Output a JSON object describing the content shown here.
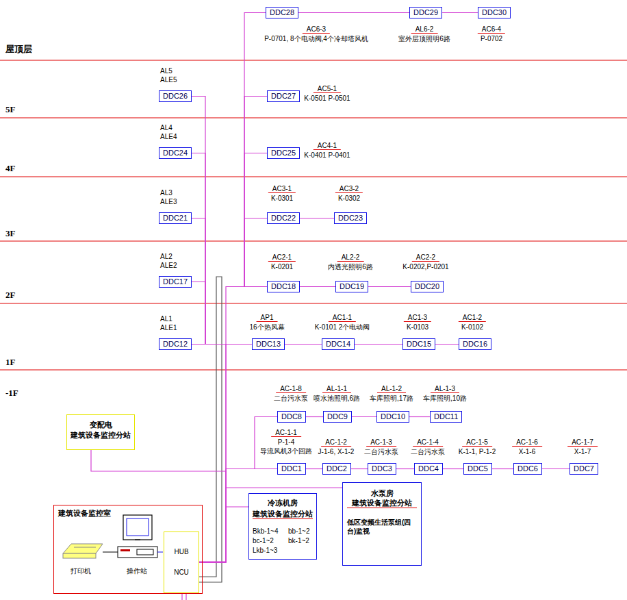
{
  "diagram": {
    "nodes": [
      {
        "text": [
          "DDC28"
        ]
      },
      {
        "text": [
          "DDC29"
        ]
      },
      {
        "text": [
          "DDC30"
        ]
      },
      {
        "text": [
          "DDC26"
        ]
      },
      {
        "text": [
          "DDC27"
        ]
      },
      {
        "text": [
          "DDC24"
        ]
      },
      {
        "text": [
          "DDC25"
        ]
      },
      {
        "text": [
          "DDC21"
        ]
      },
      {
        "text": [
          "DDC22"
        ]
      },
      {
        "text": [
          "DDC23"
        ]
      },
      {
        "text": [
          "DDC17"
        ]
      },
      {
        "text": [
          "DDC18"
        ]
      },
      {
        "text": [
          "DDC19"
        ]
      },
      {
        "text": [
          "DDC20"
        ]
      },
      {
        "text": [
          "DDC12"
        ]
      },
      {
        "text": [
          "DDC13"
        ]
      },
      {
        "text": [
          "DDC14"
        ]
      },
      {
        "text": [
          "DDC15"
        ]
      },
      {
        "text": [
          "DDC16"
        ]
      },
      {
        "text": [
          "DDC8"
        ]
      },
      {
        "text": [
          "DDC9"
        ]
      },
      {
        "text": [
          "DDC10"
        ]
      },
      {
        "text": [
          "DDC11"
        ]
      },
      {
        "text": [
          "水泵房",
          "建筑设备监控分站",
          "低区变频生活泵组(四台)监视"
        ]
      },
      {
        "text": [
          "变配电",
          "建筑设备监控分站"
        ]
      },
      {
        "text": [
          "DDC1"
        ]
      },
      {
        "text": [
          "DDC2"
        ]
      },
      {
        "text": [
          "DDC3"
        ]
      },
      {
        "text": [
          "DDC4"
        ]
      },
      {
        "text": [
          "DDC5"
        ]
      },
      {
        "text": [
          "DDC6"
        ]
      },
      {
        "text": [
          "DDC7"
        ]
      },
      {
        "text": [
          "冷冻机房",
          "建筑设备监控分站",
          "Bkb-1~4",
          "bb-1~2",
          "bc-1~2",
          "bk-1~2",
          "Lkb-1~3"
        ]
      },
      {
        "text": [
          "建筑设备监控室"
        ]
      },
      {
        "text": [
          "HUB",
          "NCU"
        ],
        "in": 33
      }
    ],
    "edges": [
      {
        "from": 0,
        "to": 1,
        "arrow": "none"
      },
      {
        "from": 1,
        "to": 2,
        "arrow": "none"
      },
      {
        "from": 8,
        "to": 9,
        "arrow": "none"
      },
      {
        "from": 11,
        "to": 12,
        "arrow": "none"
      },
      {
        "from": 12,
        "to": 13,
        "arrow": "none"
      },
      {
        "from": 14,
        "to": 15,
        "arrow": "none"
      },
      {
        "from": 15,
        "to": 16,
        "arrow": "none"
      },
      {
        "from": 16,
        "to": 17,
        "arrow": "none"
      },
      {
        "from": 17,
        "to": 18,
        "arrow": "none"
      },
      {
        "from": 19,
        "to": 20,
        "arrow": "none"
      },
      {
        "from": 20,
        "to": 21,
        "arrow": "none"
      },
      {
        "from": 21,
        "to": 22,
        "arrow": "none"
      },
      {
        "from": 25,
        "to": 26,
        "arrow": "none"
      },
      {
        "from": 26,
        "to": 27,
        "arrow": "none"
      },
      {
        "from": 27,
        "to": 28,
        "arrow": "none"
      },
      {
        "from": 28,
        "to": 29,
        "arrow": "none"
      },
      {
        "from": 29,
        "to": 30,
        "arrow": "none"
      },
      {
        "from": 30,
        "to": 31,
        "arrow": "none"
      },
      {
        "from": 11,
        "to": 8,
        "arrow": "none"
      },
      {
        "from": 11,
        "to": 6,
        "arrow": "none"
      },
      {
        "from": 11,
        "to": 4,
        "arrow": "none"
      },
      {
        "from": 11,
        "to": 0,
        "arrow": "none"
      },
      {
        "from": 14,
        "to": 10,
        "arrow": "none"
      },
      {
        "from": 14,
        "to": 7,
        "arrow": "none"
      },
      {
        "from": 14,
        "to": 5,
        "arrow": "none"
      },
      {
        "from": 14,
        "to": 3,
        "arrow": "none"
      },
      {
        "from": 25,
        "to": 19,
        "arrow": "none"
      },
      {
        "from": 34,
        "to": 25,
        "arrow": "none"
      },
      {
        "from": 34,
        "to": 32,
        "arrow": "none"
      },
      {
        "from": 34,
        "to": 23,
        "arrow": "none"
      },
      {
        "from": 34,
        "to": 11,
        "arrow": "none"
      },
      {
        "from": 34,
        "to": 14,
        "arrow": "none"
      },
      {
        "from": 34,
        "to": 24,
        "arrow": "none"
      }
    ],
    "labels": [
      "屋顶层",
      "5F",
      "4F",
      "3F",
      "2F",
      "1F",
      "-1F",
      "AC6-3",
      "P-0701, 8个电动阀,4个冷却塔风机",
      "AL6-2",
      "室外层顶照明6路",
      "AC6-4",
      "P-0702",
      "AL5",
      "ALE5",
      "AC5-1",
      "K-0501 P-0501",
      "AL4",
      "ALE4",
      "AC4-1",
      "K-0401 P-0401",
      "AL3",
      "ALE3",
      "AC3-1",
      "K-0301",
      "AC3-2",
      "K-0302",
      "AL2",
      "ALE2",
      "AC2-1",
      "K-0201",
      "AL2-2",
      "内透光照明6路",
      "AC2-2",
      "K-0202,P-0201",
      "AL1",
      "ALE1",
      "AP1",
      "16个热风幕",
      "AC1-1",
      "K-0101 2个电动阀",
      "AC1-3",
      "K-0103",
      "AC1-2",
      "K-0102",
      "AC-1-8",
      "二台污水泵",
      "AL-1-1",
      "喷水池照明,6路",
      "AL-1-2",
      "车库照明,17路",
      "AL-1-3",
      "车库照明,10路",
      "AC-1-1",
      "P-1-4",
      "导流风机3个回路",
      "AC-1-2",
      "J-1-6, X-1-2",
      "AC-1-3",
      "二台污水泵",
      "AC-1-4",
      "二台污水泵",
      "AC-1-5",
      "K-1-1, P-1-2",
      "AC-1-6",
      "X-1-6",
      "AC-1-7",
      "X-1-7",
      "打印机",
      "操作站"
    ]
  }
}
